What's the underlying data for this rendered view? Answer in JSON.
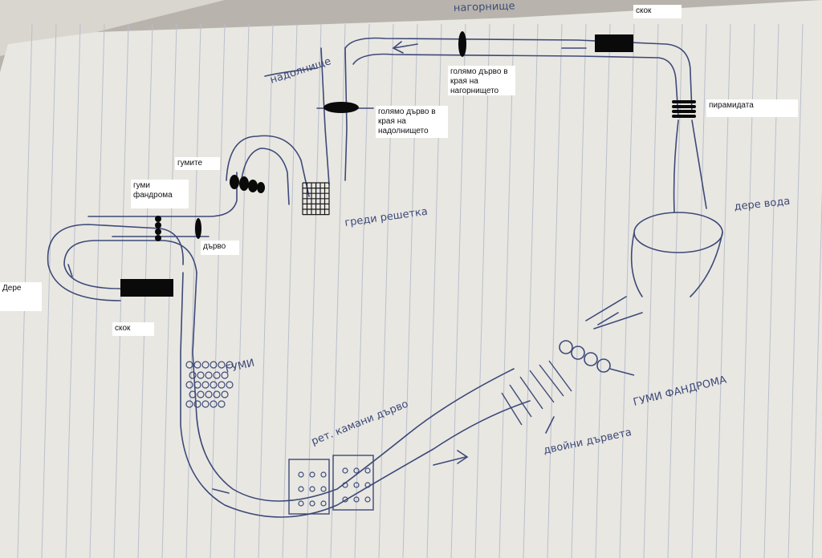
{
  "labels": {
    "skok_top": "скок",
    "big_tree_top": "голямо дърво в края на нагорнището",
    "piramidata": "пирамидата",
    "big_tree_down": "голямо дърво в края на надолнището",
    "gumite": "гумите",
    "gumi_fandroma": "гуми фандрома",
    "darvo": "дърво",
    "dere": "Дере",
    "skok_left": "скок"
  },
  "handwriting": {
    "gumi": "ГУМИ",
    "greda_reshetka": "греди решетка",
    "ret_kamani": "рет. камани дърво",
    "dvoyni_darveta": "двойни дървета",
    "gumi_fandroma_hw": "ГУМИ ФАНДРОМА",
    "dere_voda": "дере вода",
    "nadolnishte": "надолнище",
    "nagornishte": "нагорнище"
  },
  "colors": {
    "paper": "#e9e7e2",
    "ink": "#3c4a78",
    "rule": "#b9bfcc",
    "black": "#0a0a0a"
  }
}
